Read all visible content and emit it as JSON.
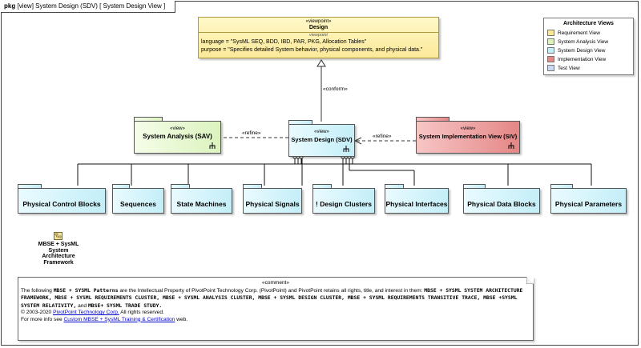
{
  "frame": {
    "kind": "pkg",
    "title": "[view] System Design (SDV) [ System Design View ]"
  },
  "viewpoint": {
    "stereotype": "«viewpoint»",
    "name": "Design",
    "section": "viewpoint",
    "language": "language = \"SysML SEQ, BDD, IBD, PAR, PKG, Allocation Tables\"",
    "purpose": "purpose = \"Specifies detailed System behavior, physical components, and physical data.\""
  },
  "legend": {
    "title": "Architecture Views",
    "items": [
      {
        "label": "Requirement View",
        "color": "#fbe99a"
      },
      {
        "label": "System Analysis View",
        "color": "#dcf3bf"
      },
      {
        "label": "System Design View",
        "color": "#c4eef8"
      },
      {
        "label": "Implementation View",
        "color": "#e48787"
      },
      {
        "label": "Test View",
        "color": "#c9d9f3"
      }
    ]
  },
  "packages": {
    "sav": {
      "stereotype": "«view»",
      "name": "System Analysis (SAV)"
    },
    "sdv": {
      "stereotype": "«view»",
      "name": "System Design (SDV)"
    },
    "siv": {
      "stereotype": "«view»",
      "name": "System Implementation View (SIV)"
    }
  },
  "relations": {
    "conform": "«conform»",
    "refine_left": "«refine»",
    "refine_right": "«refine»"
  },
  "subpackages": [
    "Physical Control Blocks",
    "Sequences",
    "State Machines",
    "Physical Signals",
    "! Design Clusters",
    "Physical Interfaces",
    "Physical Data Blocks",
    "Physical Parameters"
  ],
  "mbse_label": [
    "MBSE + SysML",
    "System",
    "Architecture",
    "Framework"
  ],
  "comment": {
    "stereotype": "«comment»",
    "p1_a": "The following ",
    "p1_b": "MBSE + SYSML Patterns",
    "p1_c": " are the Intellectual Property of PivotPoint Technology Corp. (PivotPoint) and PivotPoint retains all rights, title, and interest in them: ",
    "p1_d": "MBSE + SYSML SYSTEM ARCHITECTURE FRAMEWORK, MBSE + SYSML REQUIREMENTS CLUSTER, MBSE + SYSML ANALYSIS CLUSTER, MBSE + SYSML DESIGN CLUSTER, MBSE + SYSML REQUIREMENTS TRANSITIVE TRACE, MBSE +SYSML SYSTEM RELATIVITY,",
    "p1_e": " and ",
    "p1_f": "MBSE+ SYSML TRADE STUDY.",
    "copyright_a": "© 2003-2020 ",
    "copyright_link": "PivotPoint Technology Corp.",
    "copyright_b": " All rights reserved.",
    "more_a": "For more info see ",
    "more_link": "Custom MBSE + SysML Training & Certification",
    "more_b": " web."
  }
}
